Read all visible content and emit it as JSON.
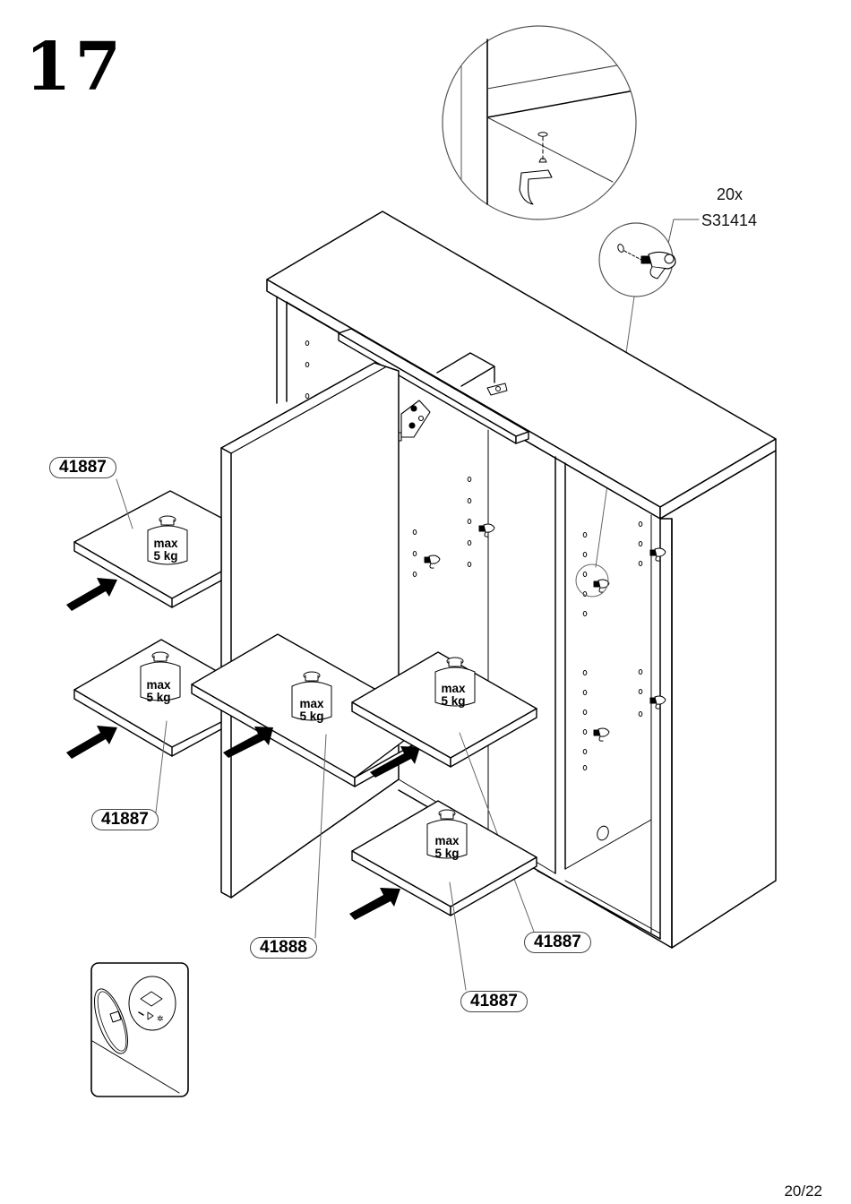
{
  "page": {
    "step_number": "17",
    "page_indicator": "20/22"
  },
  "hardware": {
    "quantity": "20x",
    "part_code": "S31414",
    "icon": "shelf-support-pin-icon"
  },
  "detail_views": [
    {
      "name": "shelf-pin-insertion-detail",
      "icon": "magnifier-circle"
    },
    {
      "name": "shelf-pin-hardware-detail",
      "icon": "magnifier-circle"
    },
    {
      "name": "ceiling-light-switch-detail",
      "icon": "rounded-frame"
    }
  ],
  "shelves": [
    {
      "part_number": "41887",
      "weight_label_line1": "max",
      "weight_label_line2": "5 kg"
    },
    {
      "part_number": "41887",
      "weight_label_line1": "max",
      "weight_label_line2": "5 kg"
    },
    {
      "part_number": "41888",
      "weight_label_line1": "max",
      "weight_label_line2": "5 kg"
    },
    {
      "part_number": "41887",
      "weight_label_line1": "max",
      "weight_label_line2": "5 kg"
    },
    {
      "part_number": "41887",
      "weight_label_line1": "max",
      "weight_label_line2": "5 kg"
    }
  ],
  "colors": {
    "line": "#000000",
    "thin_line": "#555555",
    "background": "#ffffff"
  }
}
